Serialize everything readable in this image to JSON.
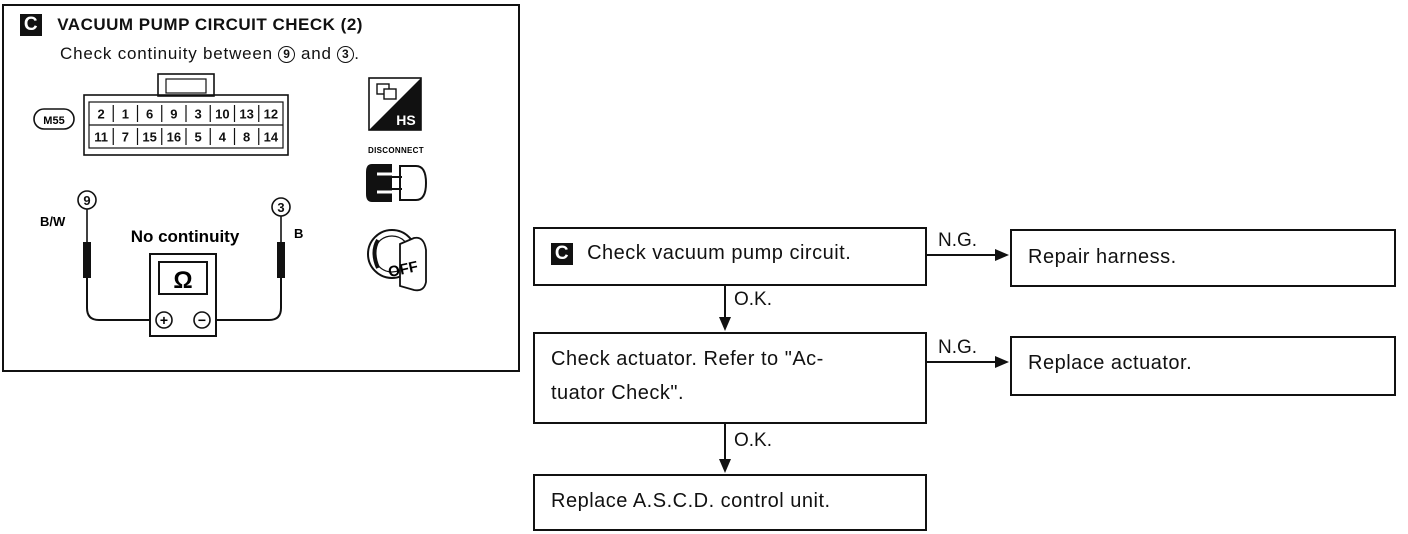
{
  "panel": {
    "badge": "C",
    "title": "VACUUM PUMP CIRCUIT CHECK (2)",
    "instruction_prefix": "Check continuity between",
    "pin_a": "9",
    "instruction_mid": "and",
    "pin_b": "3",
    "instruction_suffix": ".",
    "connector_id": "M55",
    "connector_rows": [
      [
        "2",
        "1",
        "6",
        "9",
        "3",
        "10",
        "13",
        "12"
      ],
      [
        "11",
        "7",
        "15",
        "16",
        "5",
        "4",
        "8",
        "14"
      ]
    ],
    "left_probe_pin": "9",
    "left_wire_color": "B/W",
    "right_probe_pin": "3",
    "right_wire_color": "B",
    "meter_result": "No continuity",
    "meter_symbol": "Ω",
    "meter_plus": "+",
    "meter_minus": "−",
    "icon_hs_label": "HS",
    "icon_disconnect_label": "DISCONNECT",
    "icon_off_label": "OFF"
  },
  "flow": {
    "step1_badge": "C",
    "step1": "Check vacuum pump circuit.",
    "step1_ng_label": "N.G.",
    "step1_ng_action": "Repair harness.",
    "step1_ok_label": "O.K.",
    "step2_line1": "Check actuator. Refer to \"Ac-",
    "step2_line2": "tuator Check\".",
    "step2_ng_label": "N.G.",
    "step2_ng_action": "Replace actuator.",
    "step2_ok_label": "O.K.",
    "step3": "Replace A.S.C.D. control unit."
  }
}
